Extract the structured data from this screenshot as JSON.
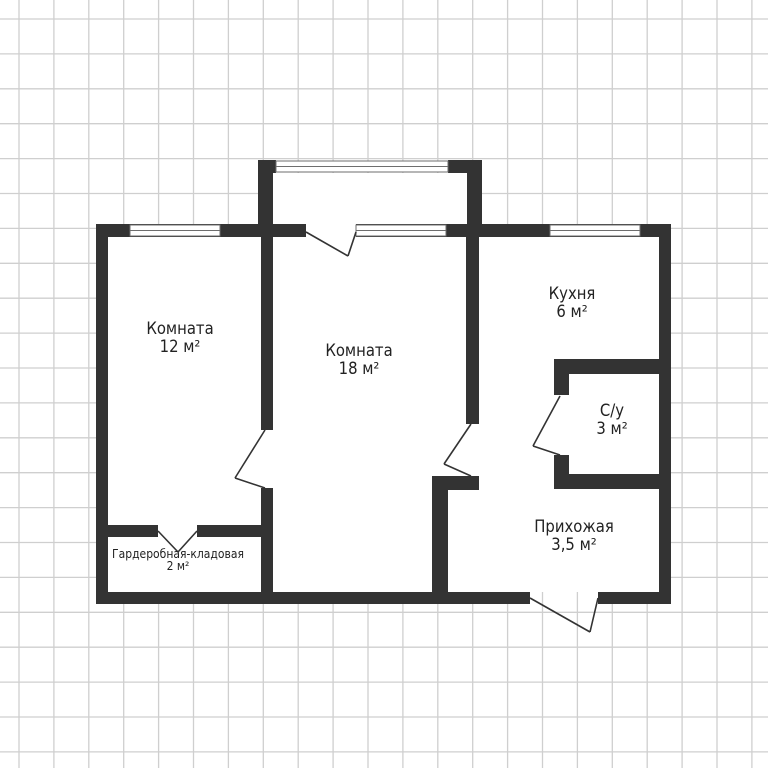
{
  "rooms": {
    "room_left": {
      "name": "Комната",
      "area": "12 м²"
    },
    "room_main": {
      "name": "Комната",
      "area": "18 м²"
    },
    "kitchen": {
      "name": "Кухня",
      "area": "6 м²"
    },
    "bathroom": {
      "name": "С/у",
      "area": "3 м²"
    },
    "hallway": {
      "name": "Прихожая",
      "area": "3,5 м²"
    },
    "storage": {
      "name": "Гардеробная-кладовая",
      "area": "2 м²"
    }
  },
  "colors": {
    "wall": "#333333",
    "grid": "#cfcfcf",
    "background": "#ffffff"
  }
}
